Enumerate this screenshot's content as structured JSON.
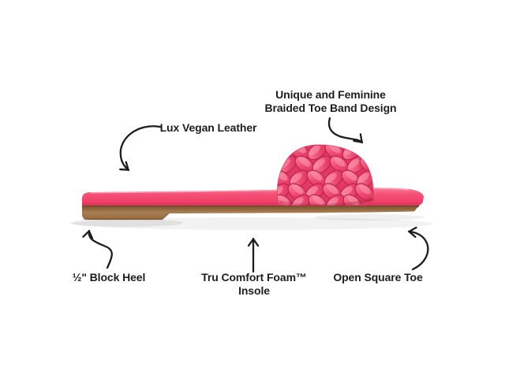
{
  "page": {
    "type": "product-feature-diagram",
    "background_color": "#ffffff",
    "text_color": "#1d1d1d",
    "arrow_color": "#1c1c1c"
  },
  "product": {
    "description": "pink braided slide sandal, side view",
    "colors": {
      "upper_pink": "#ef4a6f",
      "pink_highlight": "#fb85a0",
      "pink_shadow": "#c32b52",
      "outsole_tan": "#a3784e"
    }
  },
  "callouts": {
    "braided_band": {
      "line1": "Unique and Feminine",
      "line2": "Braided Toe Band Design"
    },
    "vegan_leather": {
      "label": "Lux Vegan Leather"
    },
    "block_heel": {
      "label": "½\" Block Heel"
    },
    "insole": {
      "line1": "Tru Comfort Foam™",
      "line2": "Insole"
    },
    "open_toe": {
      "label": "Open Square Toe"
    }
  }
}
